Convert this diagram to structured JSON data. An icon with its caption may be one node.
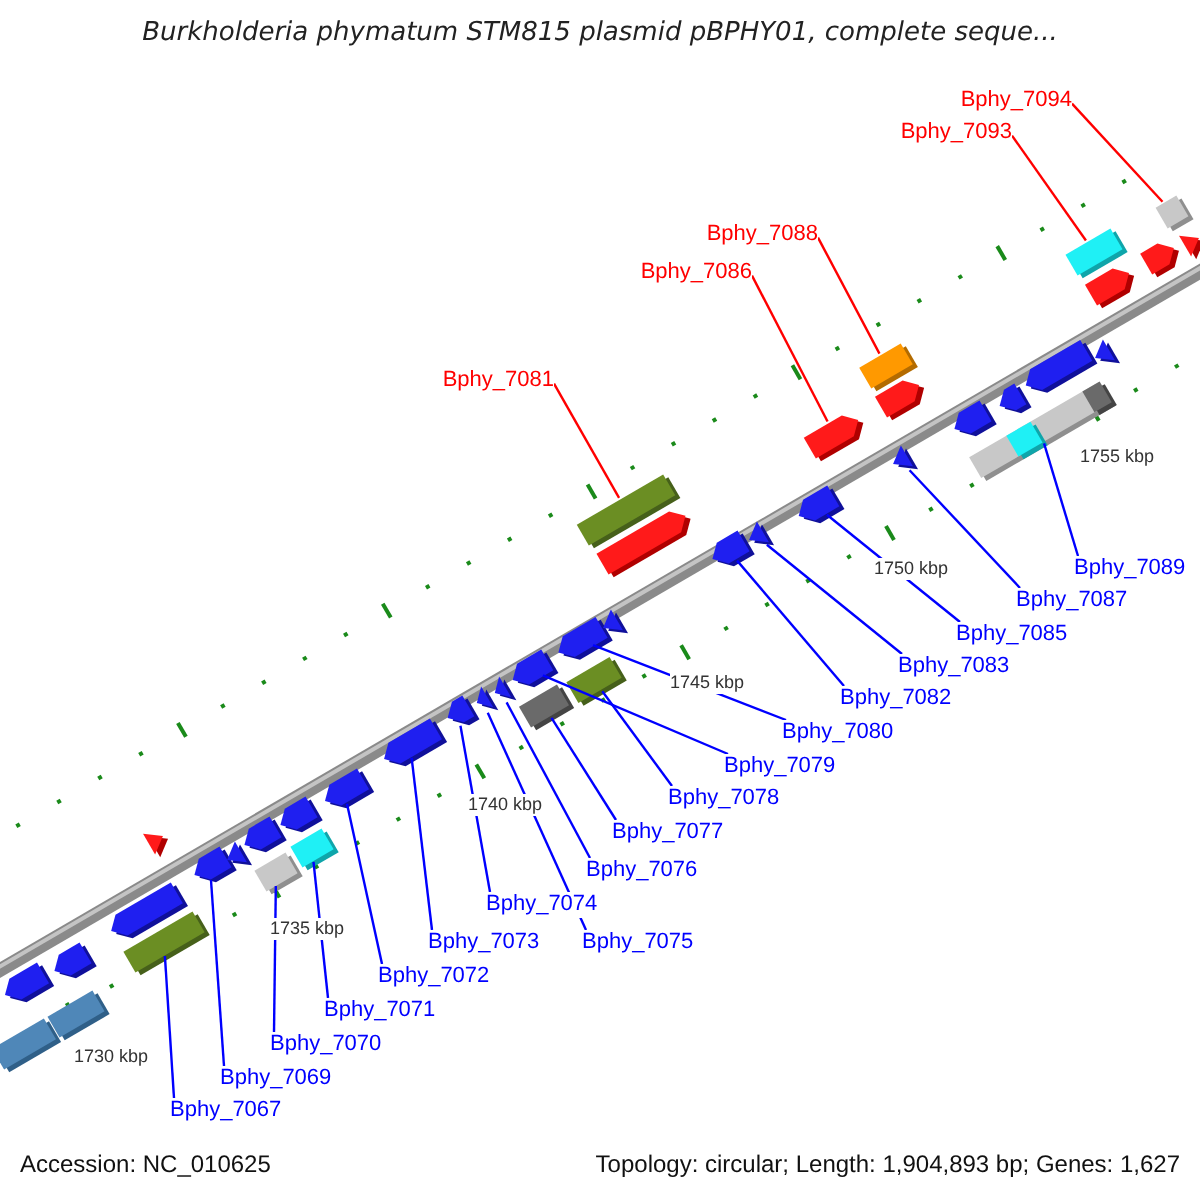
{
  "diagram": {
    "title": "Burkholderia phymatum STM815 plasmid pBPHY01, complete seque...",
    "nodes": [
      {
        "text": [
          "Bphy_7094"
        ]
      },
      {
        "text": [],
        "shape": "box"
      },
      {
        "text": [
          "Bphy_7093"
        ]
      },
      {
        "text": [],
        "shape": "box"
      },
      {
        "text": [
          "Bphy_7088"
        ]
      },
      {
        "text": [],
        "shape": "box"
      },
      {
        "text": [
          "Bphy_7086"
        ]
      },
      {
        "text": [],
        "shape": "arrow"
      },
      {
        "text": [
          "Bphy_7081"
        ]
      },
      {
        "text": [],
        "shape": "box"
      },
      {
        "text": [
          "Bphy_7089"
        ]
      },
      {
        "text": [],
        "shape": "box"
      },
      {
        "text": [
          "Bphy_7087"
        ]
      },
      {
        "text": [],
        "shape": "arrow"
      },
      {
        "text": [
          "Bphy_7085"
        ]
      },
      {
        "text": [],
        "shape": "arrow"
      },
      {
        "text": [
          "Bphy_7083"
        ]
      },
      {
        "text": [],
        "shape": "arrow"
      },
      {
        "text": [
          "Bphy_7082"
        ]
      },
      {
        "text": [],
        "shape": "arrow"
      },
      {
        "text": [
          "Bphy_7080"
        ]
      },
      {
        "text": [],
        "shape": "arrow"
      },
      {
        "text": [
          "Bphy_7079"
        ]
      },
      {
        "text": [],
        "shape": "arrow"
      },
      {
        "text": [
          "Bphy_7078"
        ]
      },
      {
        "text": [],
        "shape": "box"
      },
      {
        "text": [
          "Bphy_7077"
        ]
      },
      {
        "text": [],
        "shape": "box"
      },
      {
        "text": [
          "Bphy_7076"
        ]
      },
      {
        "text": [],
        "shape": "arrow"
      },
      {
        "text": [
          "Bphy_7075"
        ]
      },
      {
        "text": [],
        "shape": "arrow"
      },
      {
        "text": [
          "Bphy_7074"
        ]
      },
      {
        "text": [],
        "shape": "arrow"
      },
      {
        "text": [
          "Bphy_7073"
        ]
      },
      {
        "text": [],
        "shape": "arrow"
      },
      {
        "text": [
          "Bphy_7072"
        ]
      },
      {
        "text": [],
        "shape": "arrow"
      },
      {
        "text": [
          "Bphy_7071"
        ]
      },
      {
        "text": [],
        "shape": "box"
      },
      {
        "text": [
          "Bphy_7070"
        ]
      },
      {
        "text": [],
        "shape": "box"
      },
      {
        "text": [
          "Bphy_7069"
        ]
      },
      {
        "text": [],
        "shape": "arrow"
      },
      {
        "text": [
          "Bphy_7067"
        ]
      },
      {
        "text": [],
        "shape": "box"
      },
      {
        "text": [],
        "shape": "box"
      },
      {
        "text": [],
        "shape": "arrow"
      },
      {
        "text": [],
        "shape": "arrow"
      },
      {
        "text": [],
        "shape": "box"
      },
      {
        "text": [],
        "shape": "arrow"
      },
      {
        "text": [],
        "shape": "arrow"
      },
      {
        "text": [],
        "shape": "arrow"
      },
      {
        "text": [],
        "shape": "arrow"
      },
      {
        "text": [],
        "shape": "arrow"
      },
      {
        "text": [],
        "shape": "arrow"
      },
      {
        "text": [],
        "shape": "arrow"
      },
      {
        "text": [],
        "shape": "arrow"
      },
      {
        "text": [],
        "shape": "arrow"
      },
      {
        "text": [],
        "shape": "arrow"
      },
      {
        "text": [],
        "shape": "box",
        "in": 11
      },
      {
        "text": [],
        "shape": "arrow"
      },
      {
        "text": [],
        "shape": "arrow"
      },
      {
        "text": [],
        "shape": "arrow"
      },
      {
        "text": [],
        "shape": "box",
        "in": 11
      },
      {
        "text": [],
        "shape": "arrow"
      },
      {
        "text": [],
        "shape": "arrow"
      }
    ],
    "edges": [
      {
        "from": 0,
        "to": 1,
        "arrow": "none",
        "color": "#ff0000"
      },
      {
        "from": 2,
        "to": 3,
        "arrow": "none",
        "color": "#ff0000"
      },
      {
        "from": 4,
        "to": 5,
        "arrow": "none",
        "color": "#ff0000"
      },
      {
        "from": 6,
        "to": 7,
        "arrow": "none",
        "color": "#ff0000"
      },
      {
        "from": 8,
        "to": 9,
        "arrow": "none",
        "color": "#ff0000"
      },
      {
        "from": 10,
        "to": 11,
        "arrow": "none"
      },
      {
        "from": 12,
        "to": 13,
        "arrow": "none"
      },
      {
        "from": 14,
        "to": 15,
        "arrow": "none"
      },
      {
        "from": 16,
        "to": 17,
        "arrow": "none"
      },
      {
        "from": 18,
        "to": 19,
        "arrow": "none"
      },
      {
        "from": 20,
        "to": 21,
        "arrow": "none"
      },
      {
        "from": 22,
        "to": 23,
        "arrow": "none"
      },
      {
        "from": 24,
        "to": 25,
        "arrow": "none"
      },
      {
        "from": 26,
        "to": 27,
        "arrow": "none"
      },
      {
        "from": 28,
        "to": 29,
        "arrow": "none"
      },
      {
        "from": 30,
        "to": 31,
        "arrow": "none"
      },
      {
        "from": 32,
        "to": 33,
        "arrow": "none"
      },
      {
        "from": 34,
        "to": 35,
        "arrow": "none"
      },
      {
        "from": 36,
        "to": 37,
        "arrow": "none"
      },
      {
        "from": 38,
        "to": 39,
        "arrow": "none"
      },
      {
        "from": 40,
        "to": 41,
        "arrow": "none"
      },
      {
        "from": 42,
        "to": 43,
        "arrow": "none"
      },
      {
        "from": 44,
        "to": 45,
        "arrow": "none"
      }
    ],
    "labels": [
      "1755 kbp",
      "1750 kbp",
      "1745 kbp",
      "1740 kbp",
      "1735 kbp",
      "1730 kbp",
      "Accession: NC_010625",
      "Topology: circular; Length: 1,904,893 bp; Genes: 1,627"
    ]
  }
}
